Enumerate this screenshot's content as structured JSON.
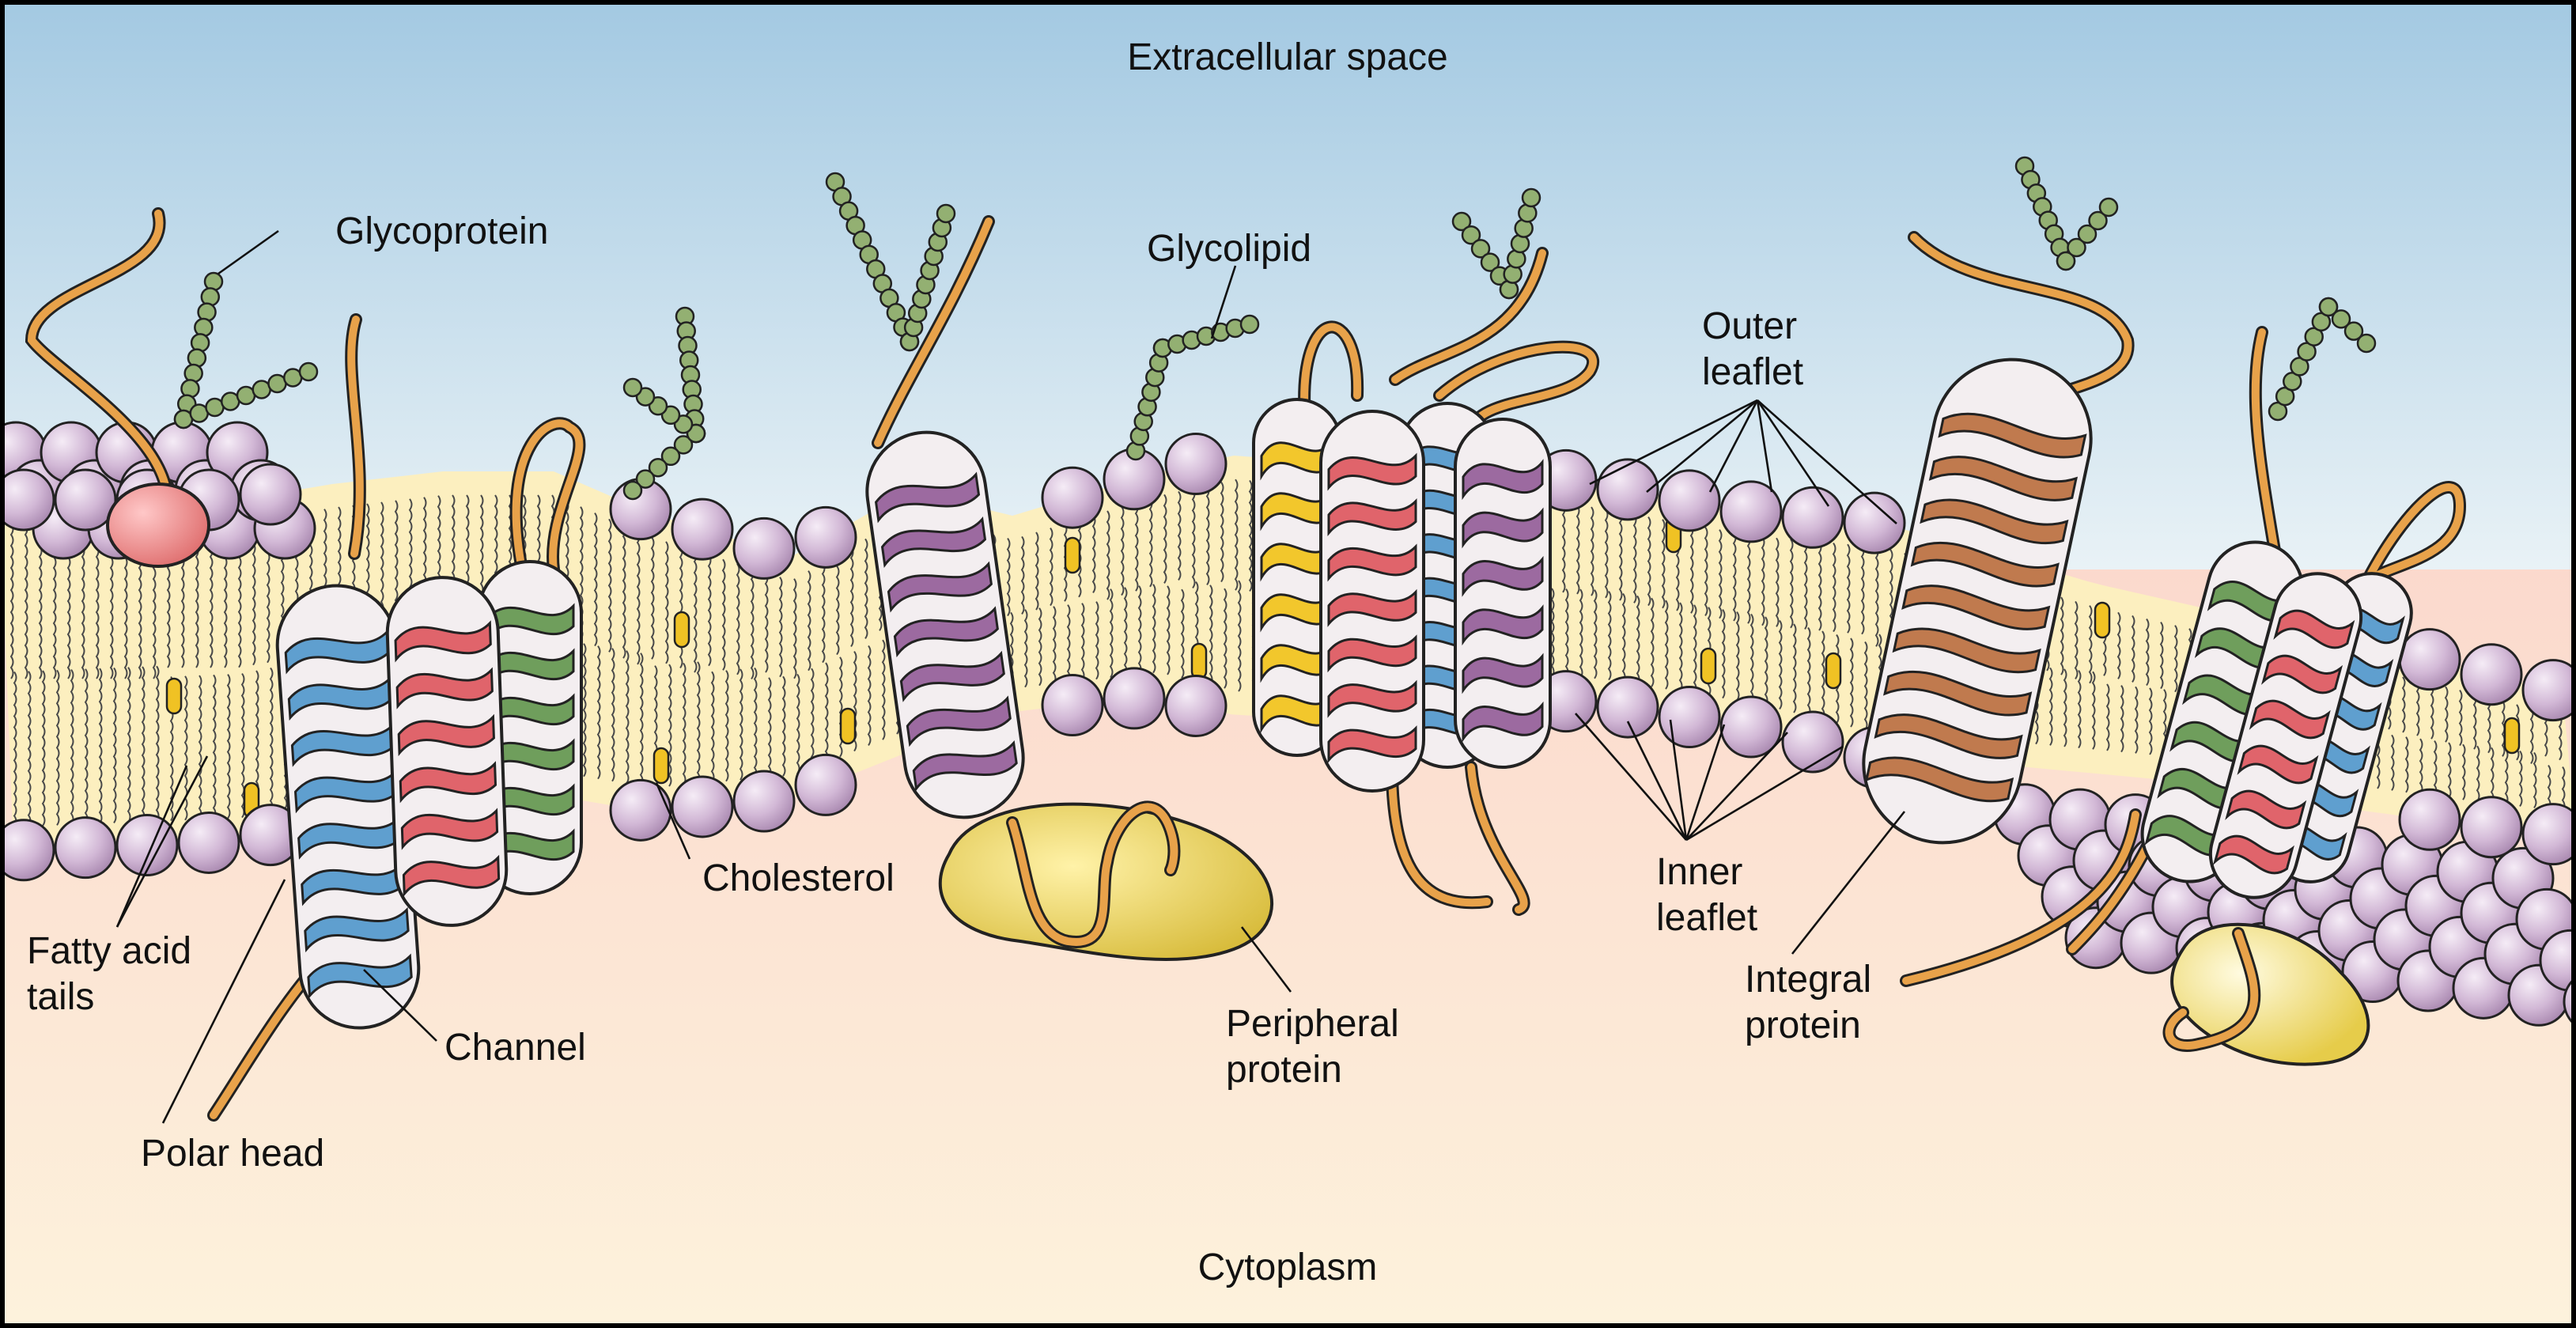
{
  "diagram": {
    "regions": {
      "extracellular": "Extracellular space",
      "cytoplasm": "Cytoplasm"
    },
    "labels": {
      "glycoprotein": "Glycoprotein",
      "glycolipid": "Glycolipid",
      "outer_leaflet_1": "Outer",
      "outer_leaflet_2": "leaflet",
      "inner_leaflet_1": "Inner",
      "inner_leaflet_2": "leaflet",
      "cholesterol": "Cholesterol",
      "fatty_acid_1": "Fatty acid",
      "fatty_acid_2": "tails",
      "polar_head": "Polar head",
      "channel": "Channel",
      "peripheral_1": "Peripheral",
      "peripheral_2": "protein",
      "integral_1": "Integral",
      "integral_2": "protein"
    },
    "colors": {
      "sky_top": "#a3c9e2",
      "sky_bottom": "#e9f2f6",
      "cyto_top": "#fbd9cd",
      "cyto_bottom": "#fdf2dc",
      "bilayer_core": "#fcefbf",
      "phospholipid_head": "#d4bcd8",
      "protein_loop": "#e8a24a",
      "sugar_bead": "#93b072",
      "cholesterol": "#f0c224",
      "helix_blue": "#5f9fcf",
      "helix_red": "#e0646b",
      "helix_green": "#6f9e5c",
      "helix_purple": "#9c6aa0",
      "helix_yellow": "#f2c72c",
      "helix_brown": "#c07a4e",
      "peripheral_protein": "#e8d060"
    },
    "icons": [
      "phospholipid-head-icon",
      "cholesterol-icon",
      "sugar-chain-icon",
      "alpha-helix-icon"
    ]
  }
}
